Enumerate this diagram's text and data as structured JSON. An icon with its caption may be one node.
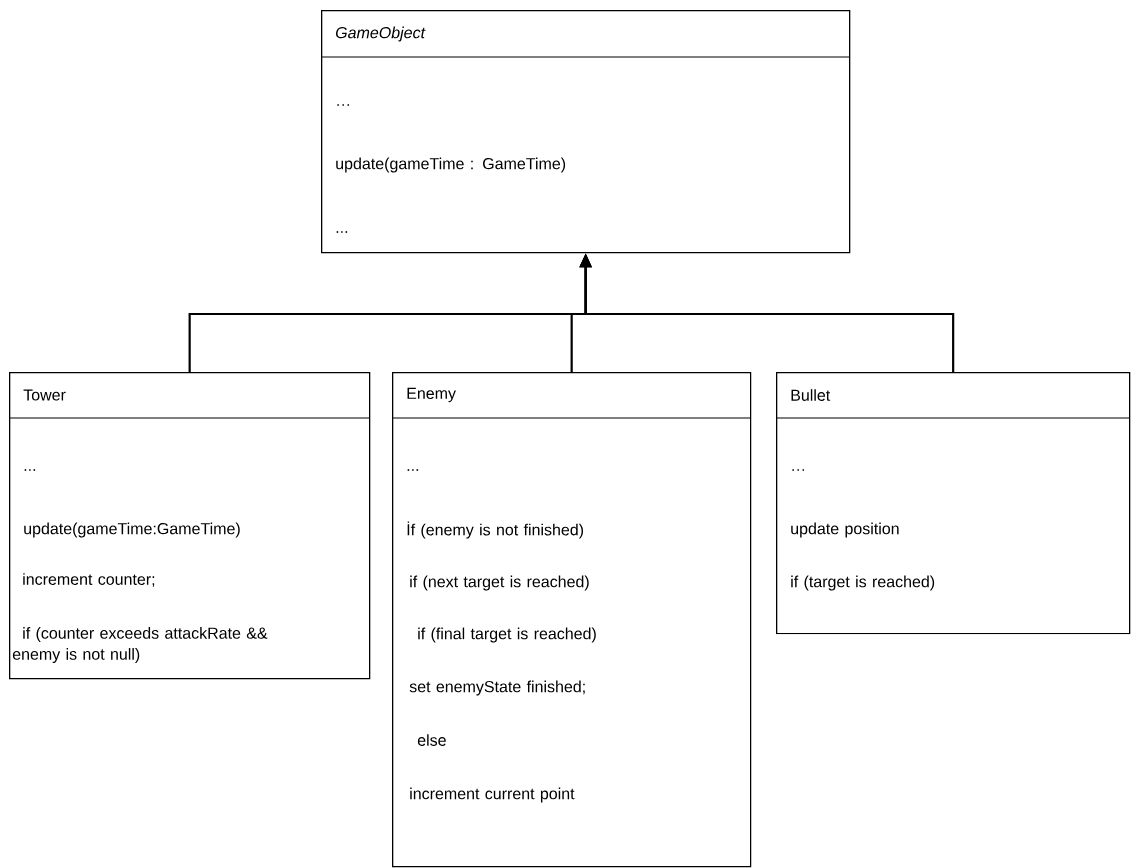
{
  "diagram": {
    "nodes": [
      {
        "text": [
          "GameObject",
          "…",
          "update(gameTime : GameTime)",
          "..."
        ]
      },
      {
        "text": [
          "Tower",
          "...",
          "update(gameTime:GameTime)",
          "increment counter;",
          "if (counter exceeds attackRate && enemy is not null)"
        ]
      },
      {
        "text": [
          "Enemy",
          "...",
          "İf (enemy is not finished)",
          "if (next target is reached)",
          "if (final target is reached)",
          "set enemyState finished;",
          "else",
          "increment current point"
        ]
      },
      {
        "text": [
          "Bullet",
          "…",
          "update position",
          "if (target is reached)"
        ]
      }
    ],
    "edges": [
      {
        "from": 1,
        "to": 0,
        "arrow": "to"
      },
      {
        "from": 2,
        "to": 0,
        "arrow": "to"
      },
      {
        "from": 3,
        "to": 0,
        "arrow": "to"
      }
    ]
  }
}
